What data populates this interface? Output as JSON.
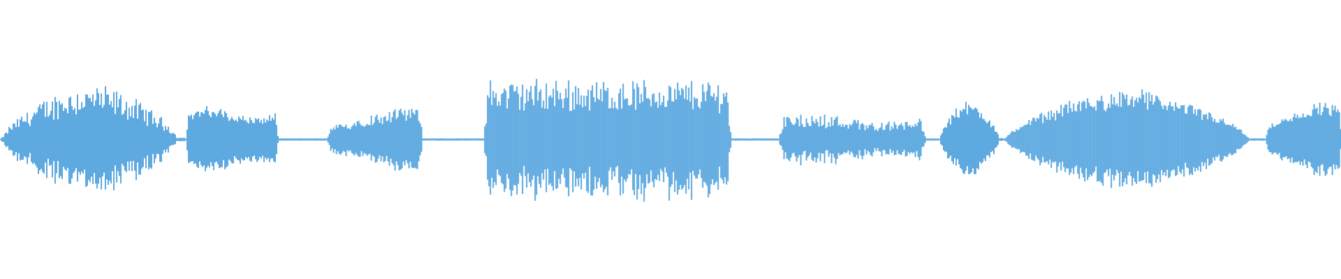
{
  "waveform": {
    "color": "#5ea9e0",
    "background": "#ffffff",
    "segments": [
      {
        "name": "segment-1",
        "start": 0.0,
        "end": 0.133,
        "level": 0.55,
        "peak": 0.8,
        "shape": "swell"
      },
      {
        "name": "gap-1",
        "start": 0.133,
        "end": 0.138,
        "level": 0.02,
        "peak": 0.03,
        "shape": "flat"
      },
      {
        "name": "segment-2",
        "start": 0.138,
        "end": 0.207,
        "level": 0.38,
        "peak": 0.46,
        "shape": "plateau"
      },
      {
        "name": "gap-2",
        "start": 0.207,
        "end": 0.243,
        "level": 0.01,
        "peak": 0.01,
        "shape": "flat"
      },
      {
        "name": "segment-3",
        "start": 0.243,
        "end": 0.315,
        "level": 0.36,
        "peak": 0.48,
        "shape": "rise"
      },
      {
        "name": "gap-3",
        "start": 0.315,
        "end": 0.36,
        "level": 0.01,
        "peak": 0.01,
        "shape": "flat"
      },
      {
        "name": "segment-4",
        "start": 0.36,
        "end": 0.545,
        "level": 0.62,
        "peak": 0.88,
        "shape": "block"
      },
      {
        "name": "gap-4",
        "start": 0.545,
        "end": 0.58,
        "level": 0.01,
        "peak": 0.01,
        "shape": "flat"
      },
      {
        "name": "segment-5",
        "start": 0.58,
        "end": 0.69,
        "level": 0.26,
        "peak": 0.38,
        "shape": "plateau"
      },
      {
        "name": "gap-5",
        "start": 0.69,
        "end": 0.7,
        "level": 0.01,
        "peak": 0.01,
        "shape": "flat"
      },
      {
        "name": "segment-6",
        "start": 0.7,
        "end": 0.745,
        "level": 0.44,
        "peak": 0.56,
        "shape": "swell"
      },
      {
        "name": "gap-6",
        "start": 0.745,
        "end": 0.748,
        "level": 0.02,
        "peak": 0.02,
        "shape": "flat"
      },
      {
        "name": "segment-7",
        "start": 0.748,
        "end": 0.932,
        "level": 0.56,
        "peak": 0.7,
        "shape": "swell"
      },
      {
        "name": "gap-7",
        "start": 0.932,
        "end": 0.943,
        "level": 0.01,
        "peak": 0.01,
        "shape": "flat"
      },
      {
        "name": "segment-8",
        "start": 0.943,
        "end": 1.0,
        "level": 0.44,
        "peak": 0.54,
        "shape": "rise"
      }
    ]
  }
}
